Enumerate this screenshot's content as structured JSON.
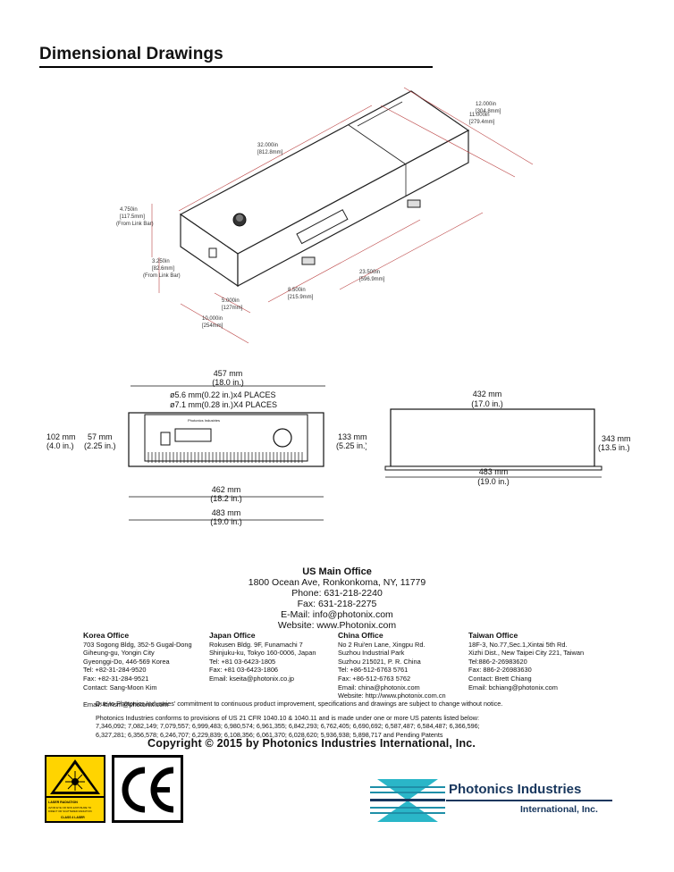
{
  "page": {
    "title": "Dimensional Drawings"
  },
  "iso_drawing": {
    "labels": [
      {
        "line1": "12.000in",
        "line2": "[304.8mm]"
      },
      {
        "line1": "11.000in",
        "line2": "[279.4mm]"
      },
      {
        "line1": "32.000in",
        "line2": "[812.8mm]"
      },
      {
        "line1": "4.750in",
        "line2": "[117.5mm]",
        "line3": "(From Link Bar)"
      },
      {
        "line1": "3.250in",
        "line2": "[82.6mm]",
        "line3": "(From Link Bar)"
      },
      {
        "line1": "8.500in",
        "line2": "[215.9mm]"
      },
      {
        "line1": "23.500in",
        "line2": "[596.9mm]"
      },
      {
        "line1": "5.000in",
        "line2": "[127mm]"
      },
      {
        "line1": "10.000in",
        "line2": "[254mm]"
      }
    ]
  },
  "front_view": {
    "top_mm": "457 mm",
    "top_in": "(18.0 in.)",
    "hole1": "ø5.6 mm(0.22 in.)x4 PLACES",
    "hole2": "ø7.1 mm(0.28 in.)X4 PLACES",
    "left_outer_mm": "102 mm",
    "left_outer_in": "(4.0 in.)",
    "left_inner_mm": "57 mm",
    "left_inner_in": "(2.25 in.)",
    "right_mm": "133 mm",
    "right_in": "(5.25 in.)",
    "bottom1_mm": "462 mm",
    "bottom1_in": "(18.2 in.)",
    "bottom2_mm": "483 mm",
    "bottom2_in": "(19.0 in.)",
    "panel_brand": "Photonics Industries"
  },
  "side_view": {
    "top_mm": "432 mm",
    "top_in": "(17.0 in.)",
    "right_mm": "343 mm",
    "right_in": "(13.5 in.)",
    "bottom_mm": "483 mm",
    "bottom_in": "(19.0 in.)"
  },
  "us_office": {
    "heading": "US Main Office",
    "address": "1800 Ocean Ave, Ronkonkoma, NY, 11779",
    "phone": "Phone: 631-218-2240",
    "fax": "Fax: 631-218-2275",
    "email": "E-Mail: info@photonix.com",
    "website": "Website: www.Photonix.com"
  },
  "offices": [
    {
      "heading": "Korea Office",
      "lines": [
        "703 Sogong Bldg, 352-5 Gugal-Dong",
        "Giheung-gu, Yongin City",
        "Gyeonggi-Do, 446-569 Korea",
        "Tel: +82-31-284-9520",
        "Fax: +82-31-284-9521",
        "Contact: Sang-Moon Kim",
        "",
        "Email: kimsm@photonix.com"
      ]
    },
    {
      "heading": "Japan Office",
      "lines": [
        "Rokusen Bldg. 9F, Funamachi 7",
        "Shinjuku-ku, Tokyo 160-0006, Japan",
        "Tel: +81 03-6423-1805",
        "Fax: +81 03-6423-1806",
        "Email: kseita@photonix.co.jp"
      ]
    },
    {
      "heading": "China Office",
      "lines": [
        "No 2 Rui'en Lane, Xingpu Rd.",
        "Suzhou Industrial Park",
        "Suzhou 215021, P. R. China",
        "Tel: +86-512-6763 5761",
        "Fax: +86-512-6763 5762",
        "Email: china@photonix.com",
        "Website: http://www.photonix.com.cn"
      ]
    },
    {
      "heading": "Taiwan Office",
      "lines": [
        "18F-3, No.77,Sec.1,Xintai 5th Rd.",
        "Xizhi Dist., New Taipei City 221, Taiwan",
        "Tel:886-2-26983620",
        "Fax: 886-2-26983630",
        "Contact: Brett Chiang",
        "Email: bchiang@photonix.com"
      ]
    }
  ],
  "disclaimer": "Due to Photonics Industries' commitment to continuous product improvement, specifications and drawings are subject to change without notice.",
  "patents": [
    "Photonics Industries conforms to provisions of US 21 CFR 1040.10 & 1040.11 and is made under one or more US patents listed below:",
    "7,346,092; 7,082,149; 7,079,557; 6,999,483; 6,980,574; 6,961,355; 6,842,293; 6,762,405; 6,690,692; 6,587,487; 6,584,487; 6,366,596;",
    "6,327,281; 6,356,578; 6,246,707; 6,229,839; 6,108,356; 6,061,370; 6,028,620; 5,936,938; 5,898,717 and Pending Patents"
  ],
  "copyright": "Copyright © 2015 by Photonics Industries International, Inc.",
  "laser_label": {
    "line1": "LASER RADIATION",
    "line2": "AVOID EYE OR SKIN EXPOSURE TO",
    "line3": "DIRECT OR SCATTERED RADIATION",
    "line4": "CLASS 4 LASER"
  },
  "ce_mark": "CE",
  "logo": {
    "line1": "Photonics Industries",
    "line2": "International, Inc."
  }
}
